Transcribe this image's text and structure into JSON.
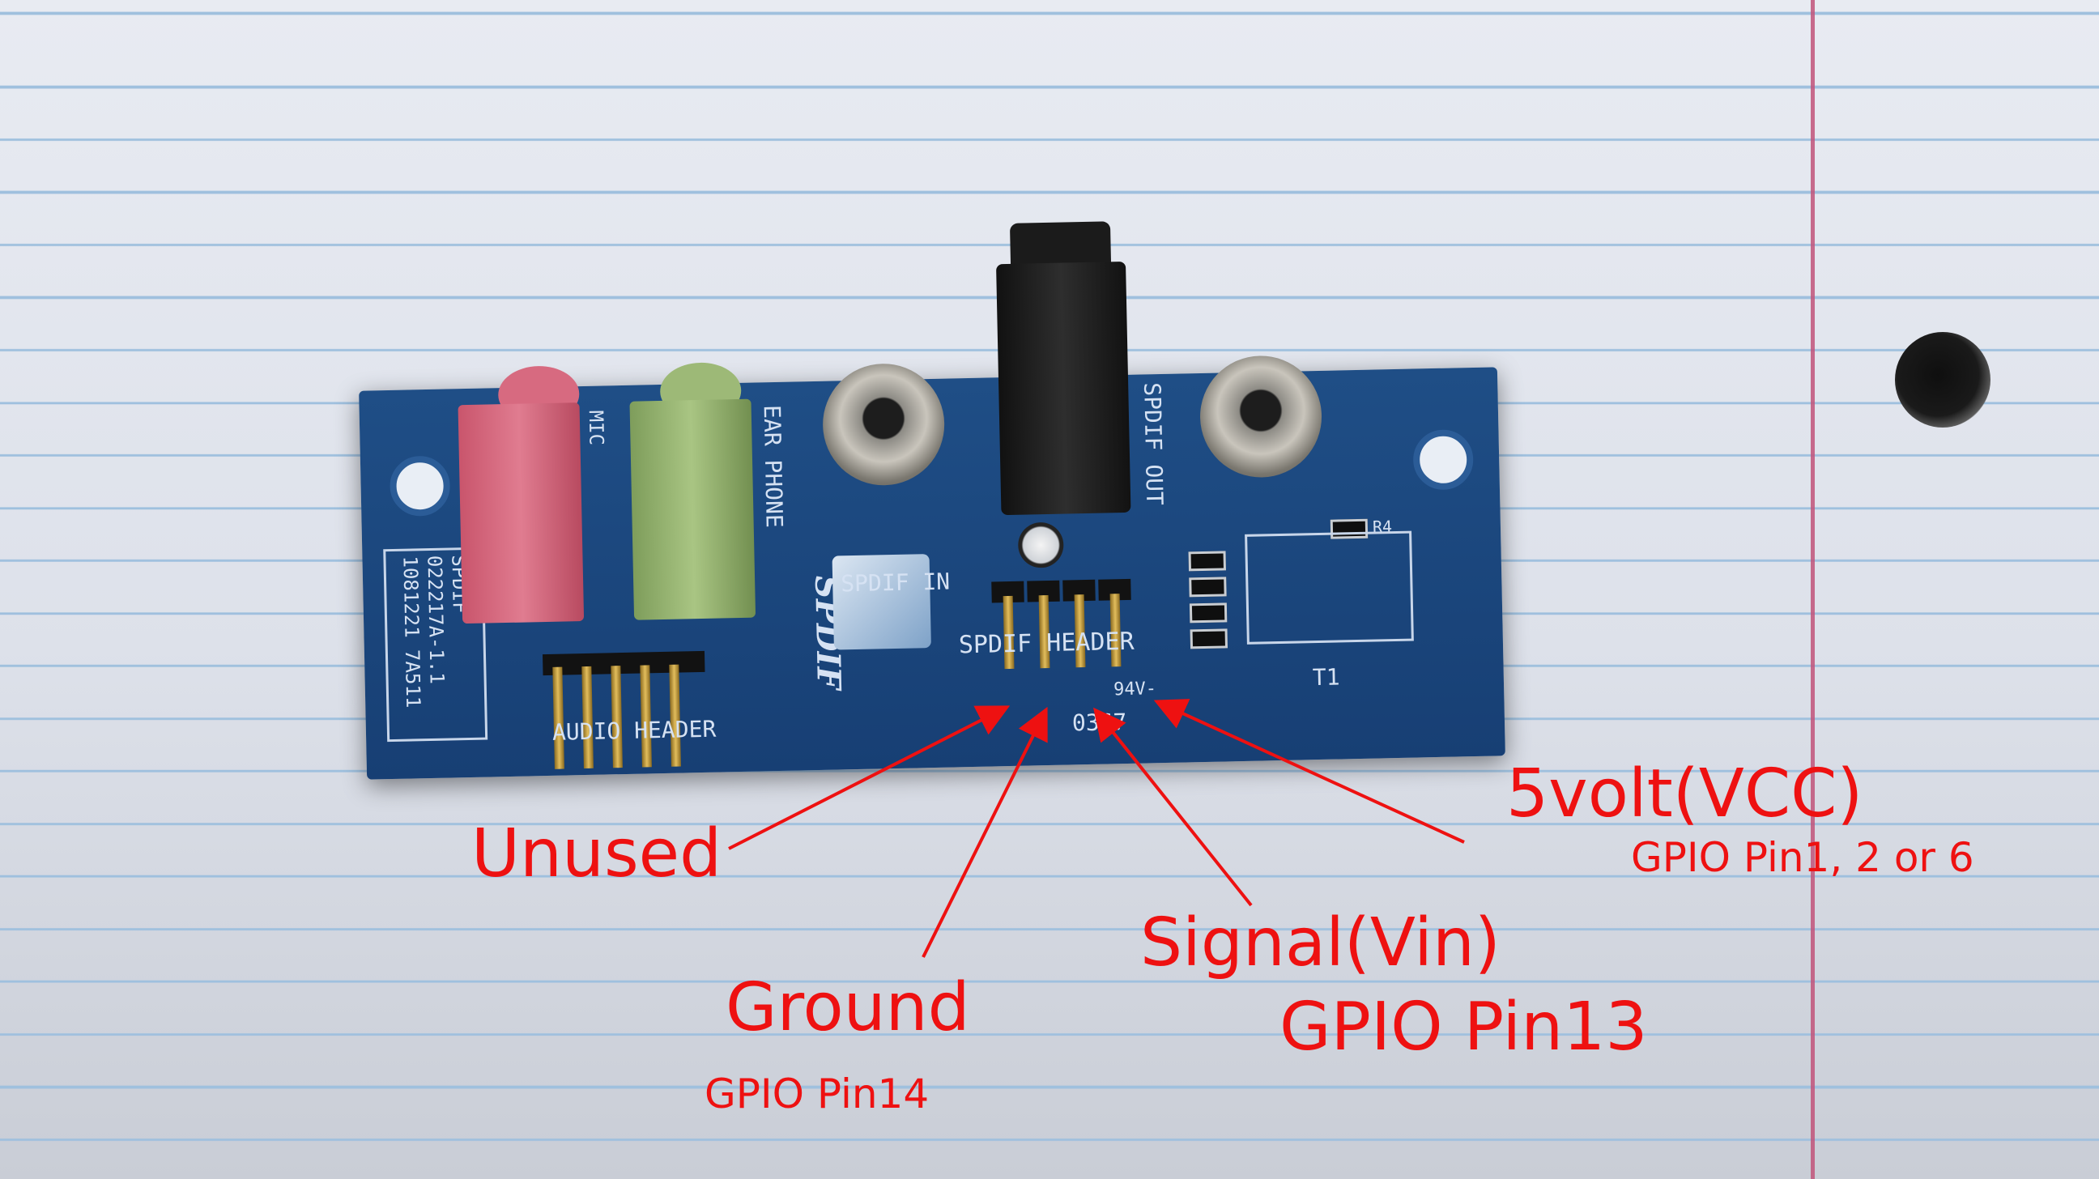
{
  "pcb_markings": {
    "spdif": "SPDIF",
    "model": "022217A-1.1",
    "serial": "1081221 7A511",
    "mic": "MIC",
    "ear_phone": "EAR PHONE",
    "spdif_in": "SPDIF IN",
    "spdif_out": "SPDIF OUT",
    "spdif_header": "SPDIF HEADER",
    "audio_header": "AUDIO HEADER",
    "code": "0367",
    "rating": "94V-",
    "t1": "T1",
    "r4": "R4"
  },
  "annotations": {
    "unused": "Unused",
    "ground": "Ground",
    "ground_pin": "GPIO Pin14",
    "signal": "Signal(Vin)",
    "signal_pin": "GPIO Pin13",
    "vcc": "5volt(VCC)",
    "vcc_pin": "GPIO Pin1, 2 or 6"
  },
  "colors": {
    "annotation": "#ee1111",
    "pcb": "#1f4e86",
    "paper": "#e3e6ee",
    "rule_line": "#9fc0de",
    "margin_line": "#c1537a"
  }
}
